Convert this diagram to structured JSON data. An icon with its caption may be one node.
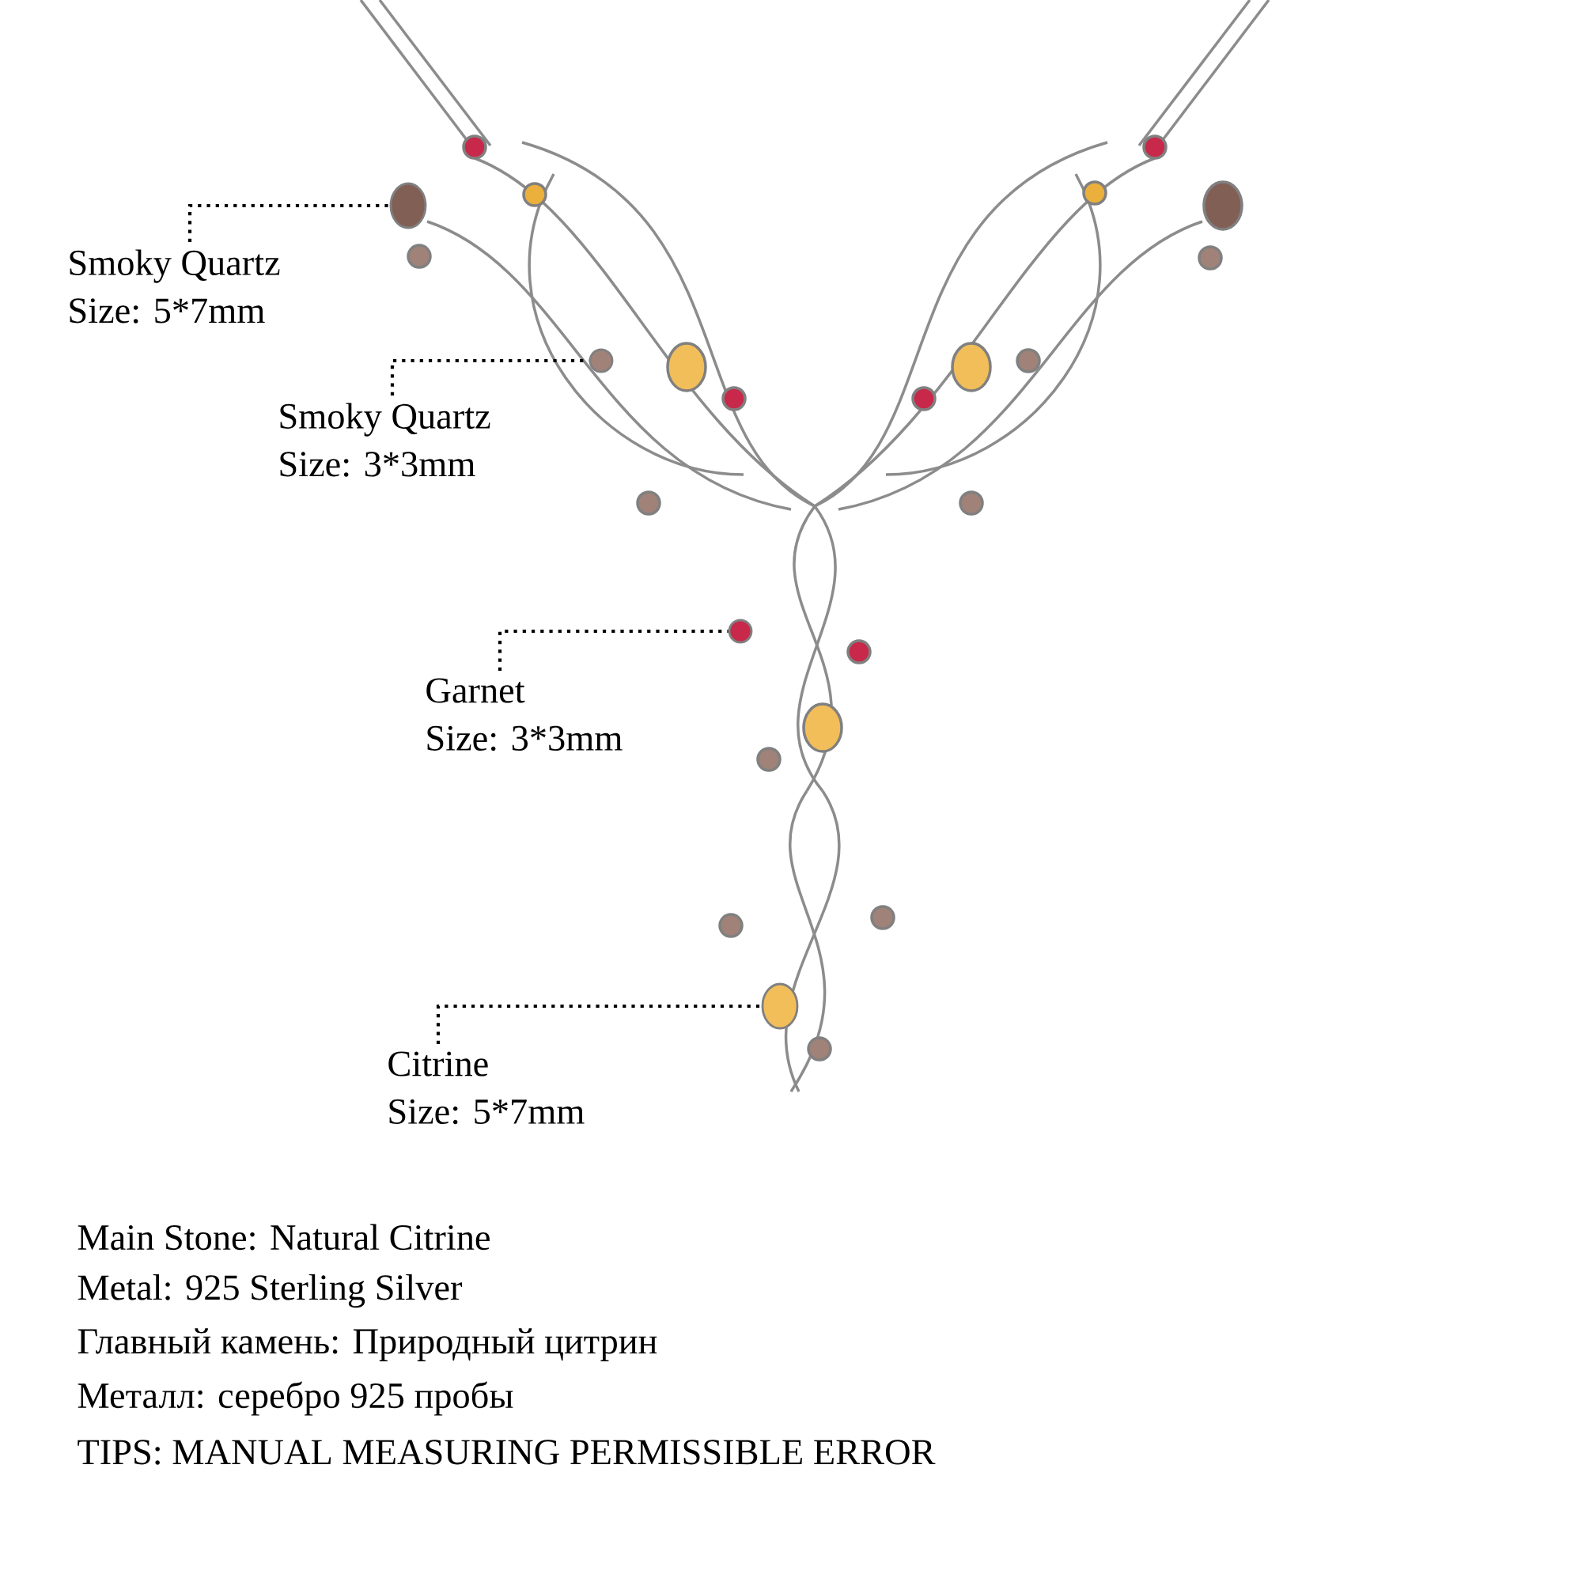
{
  "diagram": {
    "nodes": [
      {
        "text": [
          "Smoky Quartz",
          "Size: 5*7mm"
        ]
      },
      {
        "text": [
          "Smoky Quartz",
          "Size: 3*3mm"
        ]
      },
      {
        "text": [
          "Garnet",
          "Size: 3*3mm"
        ]
      },
      {
        "text": [
          "Citrine",
          "Size: 5*7mm"
        ]
      },
      {
        "text": [],
        "shape": "drop"
      },
      {
        "text": [],
        "shape": "circle"
      },
      {
        "text": [],
        "shape": "circle"
      },
      {
        "text": [],
        "shape": "drop"
      }
    ],
    "edges": [
      {
        "from": 0,
        "to": 4,
        "arrow": "none"
      },
      {
        "from": 1,
        "to": 5,
        "arrow": "none"
      },
      {
        "from": 2,
        "to": 6,
        "arrow": "none"
      },
      {
        "from": 3,
        "to": 7,
        "arrow": "none"
      }
    ],
    "labels": [
      "Main Stone: Natural Citrine",
      "Metal: 925 Sterling Silver",
      "Главный камень: Природный цитрин",
      "Металл: серебро 925 пробы",
      "TIPS: MANUAL MEASURING PERMISSIBLE ERROR"
    ]
  }
}
